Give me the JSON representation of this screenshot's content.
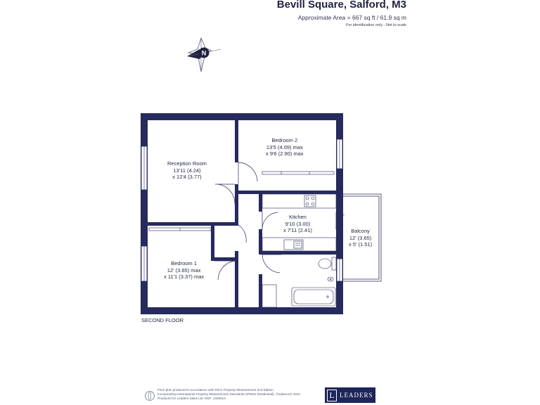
{
  "header": {
    "title": "Bevill Square, Salford, M3",
    "area": "Approximate Area = 667 sq ft / 61.9 sq m",
    "note": "For identification only - Not to scale"
  },
  "compass": {
    "label": "N"
  },
  "floor_label": "SECOND FLOOR",
  "rooms": {
    "reception": {
      "name": "Reception Room",
      "dim1": "13'11 (4.24)",
      "dim2": "x 12'4 (3.77)"
    },
    "bedroom2": {
      "name": "Bedroom 2",
      "dim1": "13'5 (4.09) max",
      "dim2": "x 9'6 (2.90) max"
    },
    "kitchen": {
      "name": "Kitchen",
      "dim1": "9'10 (3.00)",
      "dim2": "x 7'11 (2.41)"
    },
    "balcony": {
      "name": "Balcony",
      "dim1": "12' (3.65)",
      "dim2": "x 5' (1.51)"
    },
    "bedroom1": {
      "name": "Bedroom 1",
      "dim1": "12' (3.65) max",
      "dim2": "x 11'1 (3.37) max"
    }
  },
  "footer": {
    "line1": "Floor plan produced in accordance with RICS Property Measurement 2nd Edition,",
    "line2": "Incorporating International Property Measurement Standards (IPMS2 Residential). ©ndwecom 2024.",
    "line3": "Produced for Leaders Sales Ltd.   REF: 1326014"
  },
  "brand": {
    "mark": "L",
    "name": "LEADERS"
  },
  "colors": {
    "wall": "#262a5c",
    "text": "#1f2340",
    "brand_bg": "#1d2559"
  }
}
